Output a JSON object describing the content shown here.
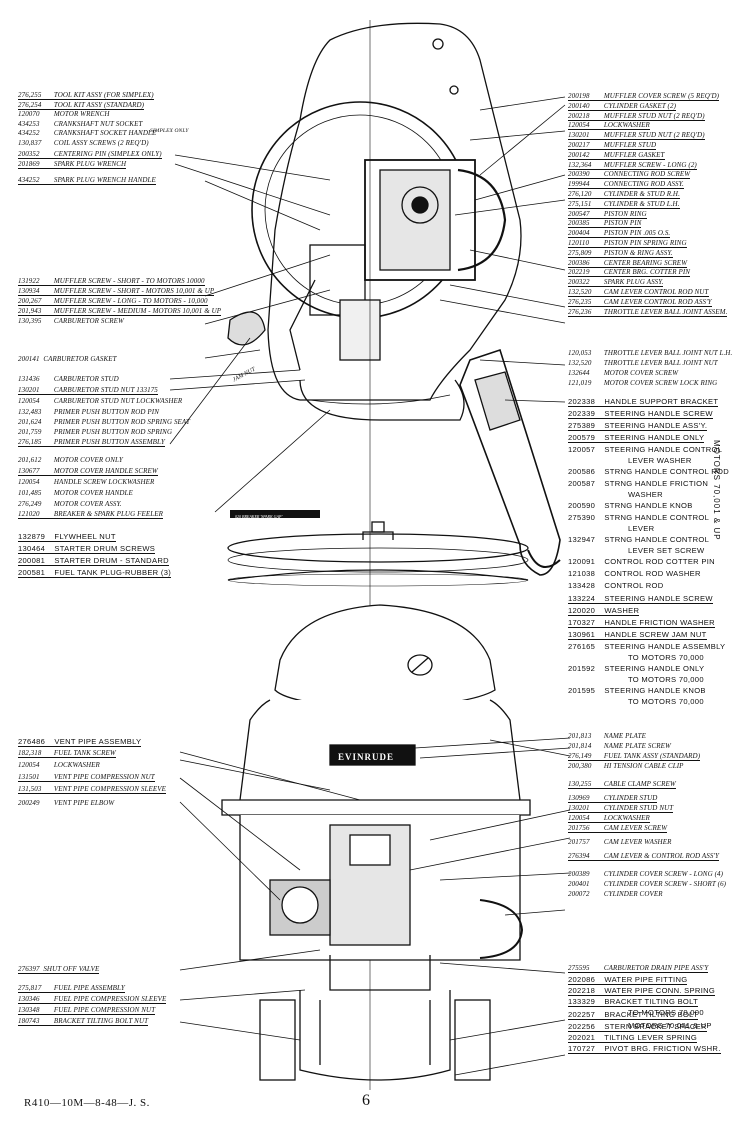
{
  "top_left": [
    {
      "code": "276,255",
      "name": "TOOL KIT ASSY (FOR SIMPLEX)"
    },
    {
      "code": "276,254",
      "name": "TOOL KIT ASSY (STANDARD)"
    },
    {
      "code": "120070",
      "name": "MOTOR WRENCH"
    },
    {
      "code": "434253",
      "name": "CRANKSHAFT NUT SOCKET"
    },
    {
      "code": "434252",
      "name": "CRANKSHAFT SOCKET HANDLE"
    },
    {
      "code": "130,837",
      "name": "COIL ASSY SCREWS (2 REQ'D)"
    },
    {
      "code": "200352",
      "name": "CENTERING PIN (SIMPLEX ONLY)"
    },
    {
      "code": "201869",
      "name": "SPARK PLUG WRENCH"
    },
    {
      "code": "434252",
      "name": "SPARK PLUG WRENCH HANDLE"
    }
  ],
  "simplex_only": "SIMPLEX ONLY",
  "mid_left_a": [
    {
      "code": "131922",
      "name": "MUFFLER SCREW - SHORT - TO MOTORS 10000"
    },
    {
      "code": "130934",
      "name": "MUFFLER SCREW - SHORT - MOTORS 10,001 & UP"
    },
    {
      "code": "200,267",
      "name": "MUFFLER SCREW - LONG - TO MOTORS - 10,000"
    },
    {
      "code": "201,943",
      "name": "MUFFLER SCREW - MEDIUM - MOTORS 10,001 & UP"
    },
    {
      "code": "130,395",
      "name": "CARBURETOR SCREW"
    }
  ],
  "carb_gasket": {
    "code": "200141",
    "name": "CARBURETOR GASKET"
  },
  "jam_nut": "JAM NUT",
  "mid_left_b": [
    {
      "code": "131436",
      "name": "CARBURETOR STUD"
    },
    {
      "code": "130201",
      "name": "CARBURETOR STUD NUT 133175"
    },
    {
      "code": "120054",
      "name": "CARBURETOR STUD NUT LOCKWASHER"
    },
    {
      "code": "132,483",
      "name": "PRIMER PUSH BUTTON ROD PIN"
    },
    {
      "code": "201,624",
      "name": "PRIMER PUSH BUTTON ROD SPRING SEAT"
    },
    {
      "code": "201,759",
      "name": "PRIMER PUSH BUTTON ROD SPRING"
    },
    {
      "code": "276,185",
      "name": "PRIMER PUSH BUTTON ASSEMBLY"
    },
    {
      "code": "201,612",
      "name": "MOTOR COVER ONLY"
    },
    {
      "code": "130677",
      "name": "MOTOR COVER HANDLE SCREW"
    },
    {
      "code": "120054",
      "name": "HANDLE SCREW LOCKWASHER"
    },
    {
      "code": "101,485",
      "name": "MOTOR COVER HANDLE"
    },
    {
      "code": "276,249",
      "name": "MOTOR COVER ASSY."
    },
    {
      "code": "121020",
      "name": "BREAKER & SPARK PLUG FEELER"
    }
  ],
  "feeler_tag": "020 BREAKER 'SPARK GAP'",
  "left_typed": [
    {
      "code": "132879",
      "name": "FLYWHEEL NUT"
    },
    {
      "code": "130464",
      "name": "STARTER DRUM SCREWS"
    },
    {
      "code": "200081",
      "name": "STARTER DRUM - STANDARD"
    },
    {
      "code": "200581",
      "name": "FUEL TANK PLUG-RUBBER (3)"
    }
  ],
  "top_right": [
    {
      "code": "200198",
      "name": "MUFFLER COVER SCREW (5 REQ'D)"
    },
    {
      "code": "200140",
      "name": "CYLINDER GASKET (2)"
    },
    {
      "code": "200218",
      "name": "MUFFLER STUD NUT (2 REQ'D)"
    },
    {
      "code": "120054",
      "name": "LOCKWASHER"
    },
    {
      "code": "130201",
      "name": "MUFFLER STUD NUT (2 REQ'D)"
    },
    {
      "code": "200217",
      "name": "MUFFLER STUD"
    },
    {
      "code": "200142",
      "name": "MUFFLER GASKET"
    },
    {
      "code": "132,364",
      "name": "MUFFLER SCREW - LONG (2)"
    },
    {
      "code": "200390",
      "name": "CONNECTING ROD SCREW"
    },
    {
      "code": "199944",
      "name": "CONNECTING ROD ASSY."
    },
    {
      "code": "276,120",
      "name": "CYLINDER & STUD R.H."
    },
    {
      "code": "275,151",
      "name": "CYLINDER & STUD L.H."
    },
    {
      "code": "200547",
      "name": "PISTON RING"
    },
    {
      "code": "200385",
      "name": "PISTON PIN"
    },
    {
      "code": "200404",
      "name": "PISTON PIN .005 O.S."
    },
    {
      "code": "120110",
      "name": "PISTON PIN SPRING RING"
    },
    {
      "code": "275,809",
      "name": "PISTON & RING ASSY."
    },
    {
      "code": "200386",
      "name": "CENTER BEARING SCREW"
    },
    {
      "code": "202219",
      "name": "CENTER BRG. COTTER PIN"
    },
    {
      "code": "200322",
      "name": "SPARK PLUG ASSY."
    },
    {
      "code": "132,520",
      "name": "CAM LEVER CONTROL ROD NUT"
    },
    {
      "code": "276,235",
      "name": "CAM LEVER CONTROL ROD ASS'Y"
    },
    {
      "code": "276,236",
      "name": "THROTTLE LEVER BALL JOINT ASSEM."
    }
  ],
  "right_mid_hand": [
    {
      "code": "120,053",
      "name": "THROTTLE LEVER BALL JOINT NUT L.H."
    },
    {
      "code": "132,520",
      "name": "THROTTLE LEVER BALL JOINT NUT"
    },
    {
      "code": "132644",
      "name": "MOTOR COVER SCREW"
    },
    {
      "code": "121,019",
      "name": "MOTOR COVER SCREW LOCK RING"
    }
  ],
  "right_mid_typed": [
    {
      "code": "202338",
      "name": "HANDLE SUPPORT BRACKET"
    },
    {
      "code": "202339",
      "name": "STEERING HANDLE SCREW"
    },
    {
      "code": "275389",
      "name": "STEERING HANDLE ASS'Y."
    },
    {
      "code": "200579",
      "name": "STEERING HANDLE ONLY"
    },
    {
      "code": "120057",
      "name": "STEERING HANDLE CONTROL",
      "cont": "LEVER WASHER"
    },
    {
      "code": "200586",
      "name": "STRNG HANDLE CONTROL ROD"
    },
    {
      "code": "200587",
      "name": "STRNG HANDLE FRICTION",
      "cont": "WASHER"
    },
    {
      "code": "200590",
      "name": "STRNG HANDLE KNOB"
    },
    {
      "code": "275390",
      "name": "STRNG HANDLE CONTROL",
      "cont": "LEVER"
    },
    {
      "code": "132947",
      "name": "STRNG HANDLE CONTROL",
      "cont": "LEVER SET SCREW"
    },
    {
      "code": "120091",
      "name": "CONTROL ROD COTTER PIN"
    },
    {
      "code": "121038",
      "name": "CONTROL ROD WASHER"
    },
    {
      "code": "133428",
      "name": "CONTROL ROD"
    }
  ],
  "motors_note": "MOTORS 70,001 & UP",
  "right_lower_typed": [
    {
      "code": "133224",
      "name": "STEERING HANDLE SCREW"
    },
    {
      "code": "120020",
      "name": "WASHER"
    },
    {
      "code": "170327",
      "name": "HANDLE FRICTION WASHER"
    },
    {
      "code": "130961",
      "name": "HANDLE SCREW JAM NUT"
    },
    {
      "code": "276165",
      "name": "STEERING HANDLE ASSEMBLY",
      "cont": "TO MOTORS 70,000"
    },
    {
      "code": "201592",
      "name": "STEERING HANDLE ONLY",
      "cont": "TO MOTORS 70,000"
    },
    {
      "code": "201595",
      "name": "STEERING HANDLE KNOB",
      "cont": "TO MOTORS 70,000"
    }
  ],
  "lower_left_hand": [
    {
      "code": "276486",
      "name": "VENT PIPE ASSEMBLY",
      "typed": true
    },
    {
      "code": "182,318",
      "name": "FUEL TANK SCREW"
    },
    {
      "code": "120054",
      "name": "LOCKWASHER"
    },
    {
      "code": "131501",
      "name": "VENT PIPE COMPRESSION NUT"
    },
    {
      "code": "131,503",
      "name": "VENT PIPE COMPRESSION SLEEVE"
    },
    {
      "code": "200249",
      "name": "VENT PIPE ELBOW"
    }
  ],
  "shutoff": {
    "code": "276397",
    "name": "SHUT OFF VALVE"
  },
  "bottom_left_hand": [
    {
      "code": "275,817",
      "name": "FUEL PIPE ASSEMBLY"
    },
    {
      "code": "130346",
      "name": "FUEL PIPE COMPRESSION SLEEVE"
    },
    {
      "code": "130348",
      "name": "FUEL PIPE COMPRESSION NUT"
    },
    {
      "code": "180743",
      "name": "BRACKET TILTING BOLT NUT"
    }
  ],
  "lower_right_hand": [
    {
      "code": "201,813",
      "name": "NAME PLATE"
    },
    {
      "code": "201,814",
      "name": "NAME PLATE SCREW"
    },
    {
      "code": "276,149",
      "name": "FUEL TANK ASSY (STANDARD)"
    },
    {
      "code": "200,380",
      "name": "HI TENSION CABLE CLIP"
    },
    {
      "code": "130,255",
      "name": "CABLE CLAMP SCREW"
    },
    {
      "code": "130969",
      "name": "CYLINDER STUD"
    },
    {
      "code": "130201",
      "name": "CYLINDER STUD NUT"
    },
    {
      "code": "120054",
      "name": "LOCKWASHER"
    },
    {
      "code": "201756",
      "name": "CAM LEVER SCREW"
    },
    {
      "code": "201757",
      "name": "CAM LEVER WASHER"
    },
    {
      "code": "276394",
      "name": "CAM LEVER & CONTROL ROD ASS'Y"
    },
    {
      "code": "200389",
      "name": "CYLINDER COVER SCREW - LONG (4)"
    },
    {
      "code": "200401",
      "name": "CYLINDER COVER SCREW - SHORT (6)"
    },
    {
      "code": "200072",
      "name": "CYLINDER COVER"
    }
  ],
  "bottom_right": [
    {
      "code": "275595",
      "name": "CARBURETOR DRAIN PIPE ASS'Y",
      "hand": true
    },
    {
      "code": "202086",
      "name": "WATER PIPE FITTING"
    },
    {
      "code": "202218",
      "name": "WATER PIPE CONN. SPRING"
    },
    {
      "code": "133329",
      "name": "BRACKET TILTING BOLT",
      "cont": "TO MOTORS 70,000"
    },
    {
      "code": "202257",
      "name": "BRACKET TILTING BOLT",
      "cont": "MOTORS 70,001 & UP"
    },
    {
      "code": "202256",
      "name": "STERN BRACKET SPACER"
    },
    {
      "code": "202021",
      "name": "TILTING LEVER SPRING"
    },
    {
      "code": "170727",
      "name": "PIVOT BRG. FRICTION WSHR."
    }
  ],
  "nameplate_text": "EVINRUDE",
  "footer": {
    "left": "R410—10M—8-48—J. S.",
    "page": "6"
  },
  "colors": {
    "ink": "#111111",
    "paper": "#ffffff",
    "shade": "#e6e6e6"
  }
}
